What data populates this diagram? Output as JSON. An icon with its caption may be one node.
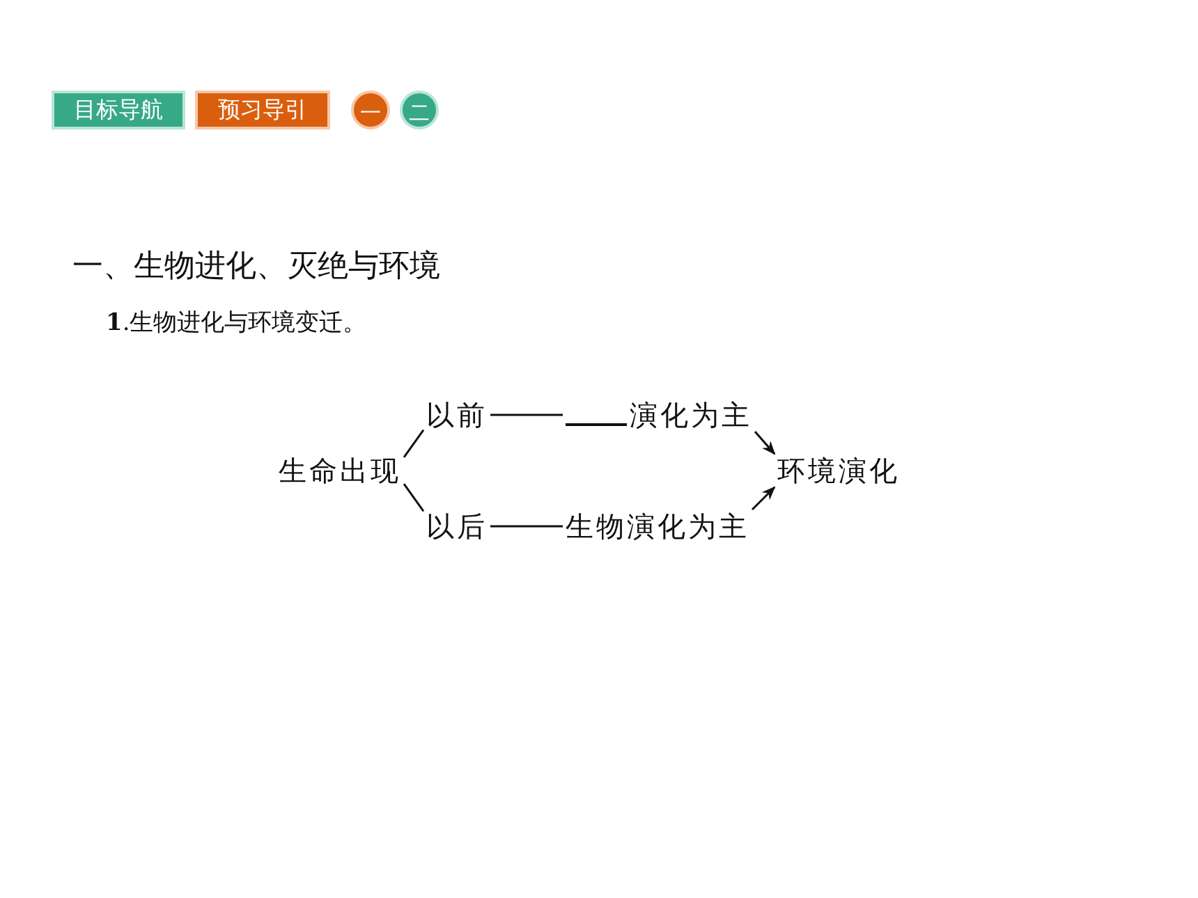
{
  "diagram": {
    "title": "一、生物进化、灭绝与环境",
    "nodes": [
      {
        "text": [
          "生命出现"
        ]
      },
      {
        "text": [
          "以前"
        ]
      },
      {
        "text": [
          "演化为主"
        ]
      },
      {
        "text": [
          "以后"
        ]
      },
      {
        "text": [
          "生物演化为主"
        ]
      },
      {
        "text": [
          "环境演化"
        ]
      }
    ],
    "edges": [
      {
        "from": 0,
        "to": 1,
        "arrow": "none"
      },
      {
        "from": 0,
        "to": 3,
        "arrow": "none"
      },
      {
        "from": 1,
        "to": 2,
        "arrow": "none"
      },
      {
        "from": 3,
        "to": 4,
        "arrow": "none"
      },
      {
        "from": 2,
        "to": 5,
        "arrow": "to"
      },
      {
        "from": 4,
        "to": 5,
        "arrow": "to"
      }
    ],
    "labels": [
      "目标导航",
      "预习导引",
      "一",
      "二",
      "**1**.生物进化与环境变迁。"
    ]
  }
}
